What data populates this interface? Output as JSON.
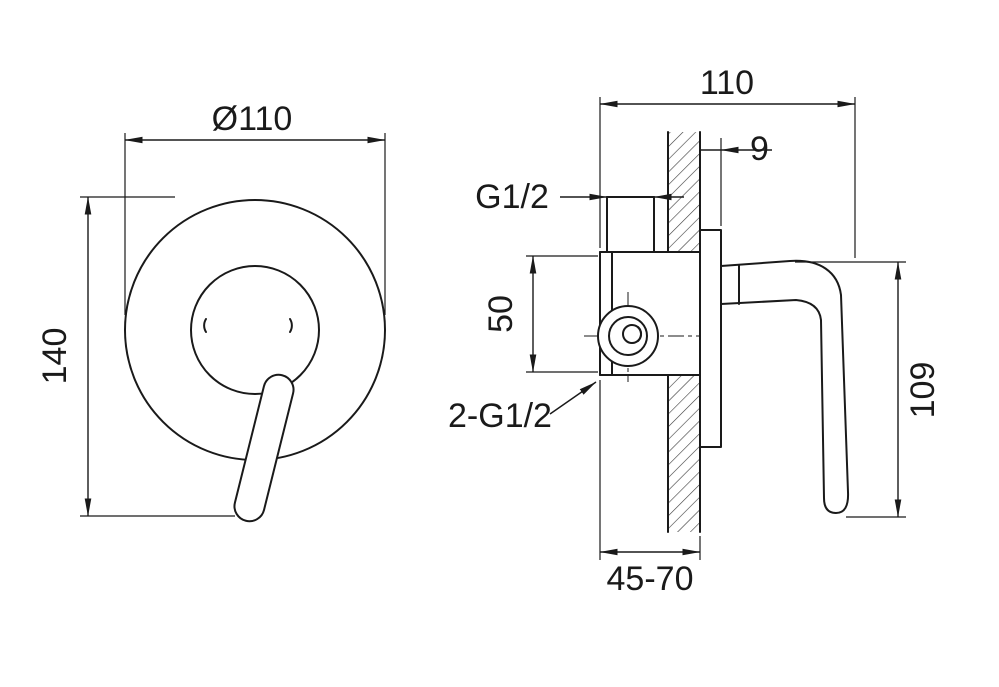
{
  "front_view": {
    "diameter_label": "Ø110",
    "height_label": "140"
  },
  "side_view": {
    "width_label": "110",
    "wall_offset_label": "9",
    "top_port_thread_label": "G1/2",
    "port_spacing_label": "50",
    "inlet_thread_label": "2-G1/2",
    "handle_length_label": "109",
    "mounting_depth_label": "45-70"
  }
}
